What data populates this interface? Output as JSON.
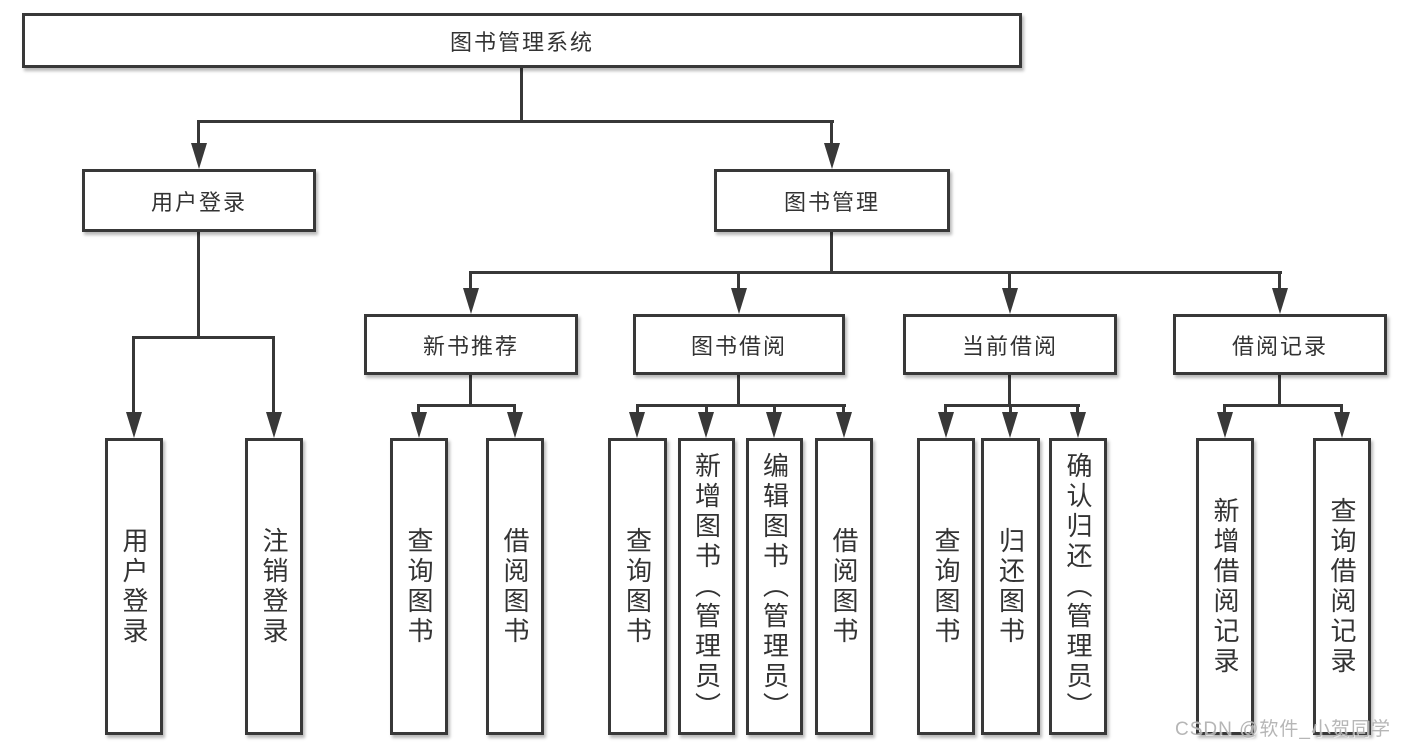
{
  "diagram": {
    "root": {
      "label": "图书管理系统"
    },
    "branches": [
      {
        "label": "用户登录",
        "leaves": [
          {
            "label": "用户登录"
          },
          {
            "label": "注销登录"
          }
        ]
      },
      {
        "label": "图书管理",
        "children": [
          {
            "label": "新书推荐",
            "leaves": [
              {
                "label": "查询图书"
              },
              {
                "label": "借阅图书"
              }
            ]
          },
          {
            "label": "图书借阅",
            "leaves": [
              {
                "label": "查询图书"
              },
              {
                "label": "新增图书（管理员）"
              },
              {
                "label": "编辑图书（管理员）"
              },
              {
                "label": "借阅图书"
              }
            ]
          },
          {
            "label": "当前借阅",
            "leaves": [
              {
                "label": "查询图书"
              },
              {
                "label": "归还图书"
              },
              {
                "label": "确认归还（管理员）"
              }
            ]
          },
          {
            "label": "借阅记录",
            "leaves": [
              {
                "label": "新增借阅记录"
              },
              {
                "label": "查询借阅记录"
              }
            ]
          }
        ]
      }
    ]
  },
  "watermark": {
    "text": "CSDN @软件_小贺同学"
  },
  "colors": {
    "line": "#383838",
    "text": "#333333",
    "watermark": "#b3b3b3",
    "background": "#ffffff"
  }
}
